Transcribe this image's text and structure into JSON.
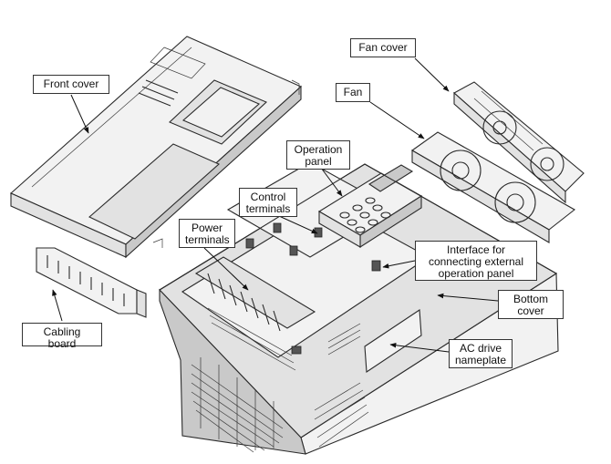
{
  "labels": {
    "front_cover": "Front cover",
    "fan_cover": "Fan cover",
    "fan": "Fan",
    "operation_panel": "Operation\npanel",
    "control_terminals": "Control\nterminals",
    "power_terminals": "Power\nterminals",
    "interface": "Interface for\nconnecting external\noperation panel",
    "bottom_cover": "Bottom\ncover",
    "cabling_board": "Cabling board",
    "nameplate": "AC drive\nnameplate"
  }
}
